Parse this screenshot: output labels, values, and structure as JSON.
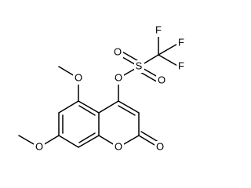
{
  "molecule": {
    "atoms": {
      "o_methoxy5": "O",
      "o_methoxy7": "O",
      "o_ring": "O",
      "o_carbonyl": "O",
      "o_ester": "O",
      "s": "S",
      "o_sulfonyl_a": "O",
      "o_sulfonyl_b": "O",
      "f_top": "F",
      "f_right": "F",
      "f_bottom": "F"
    }
  }
}
